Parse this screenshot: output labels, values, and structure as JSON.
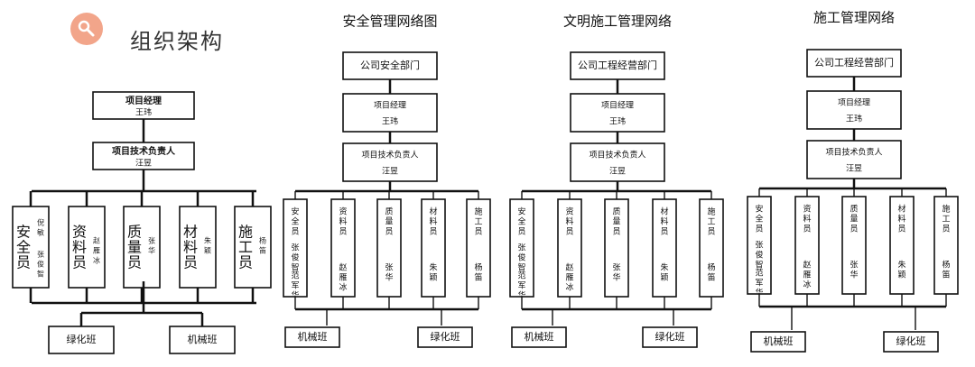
{
  "page_title": "组织架构",
  "left_chart": {
    "manager": {
      "title": "项目经理",
      "name": "王玮"
    },
    "tech_lead": {
      "title": "项目技术负责人",
      "name": "汪昱"
    },
    "roles": [
      {
        "role": "安全员",
        "names": [
          "倪敏",
          "张俊智"
        ]
      },
      {
        "role": "资料员",
        "names": [
          "赵雁冰"
        ]
      },
      {
        "role": "质量员",
        "names": [
          "张华"
        ]
      },
      {
        "role": "材料员",
        "names": [
          "朱颖"
        ]
      },
      {
        "role": "施工员",
        "names": [
          "杨笛"
        ]
      }
    ],
    "teams": [
      "绿化班",
      "机械班"
    ]
  },
  "charts": [
    {
      "heading": "安全管理网络图",
      "top": "公司安全部门",
      "manager": {
        "title": "项目经理",
        "name": "王玮"
      },
      "tech_lead": {
        "title": "项目技术负责人",
        "name": "汪昱"
      },
      "roles": [
        {
          "role": "安全员",
          "names": [
            "张俊智",
            "范军华"
          ]
        },
        {
          "role": "资料员",
          "names": [
            "赵雁冰"
          ]
        },
        {
          "role": "质量员",
          "names": [
            "张华"
          ]
        },
        {
          "role": "材料员",
          "names": [
            "朱颖"
          ]
        },
        {
          "role": "施工员",
          "names": [
            "杨笛"
          ]
        }
      ],
      "teams": [
        "机械班",
        "绿化班"
      ]
    },
    {
      "heading": "文明施工管理网络",
      "top": "公司工程经营部门",
      "manager": {
        "title": "项目经理",
        "name": "王玮"
      },
      "tech_lead": {
        "title": "项目技术负责人",
        "name": "汪昱"
      },
      "roles": [
        {
          "role": "安全员",
          "names": [
            "张俊智",
            "范军华"
          ]
        },
        {
          "role": "资料员",
          "names": [
            "赵雁冰"
          ]
        },
        {
          "role": "质量员",
          "names": [
            "张华"
          ]
        },
        {
          "role": "材料员",
          "names": [
            "朱颖"
          ]
        },
        {
          "role": "施工员",
          "names": [
            "杨笛"
          ]
        }
      ],
      "teams": [
        "机械班",
        "绿化班"
      ]
    },
    {
      "heading": "施工管理网络",
      "top": "公司工程经营部门",
      "manager": {
        "title": "项目经理",
        "name": "王玮"
      },
      "tech_lead": {
        "title": "项目技术负责人",
        "name": "汪昱"
      },
      "roles": [
        {
          "role": "安全员",
          "names": [
            "张俊智",
            "范军华"
          ]
        },
        {
          "role": "资料员",
          "names": [
            "赵雁冰"
          ]
        },
        {
          "role": "质量员",
          "names": [
            "张华"
          ]
        },
        {
          "role": "材料员",
          "names": [
            "朱颖"
          ]
        },
        {
          "role": "施工员",
          "names": [
            "杨笛"
          ]
        }
      ],
      "teams": [
        "机械班",
        "绿化班"
      ]
    }
  ]
}
